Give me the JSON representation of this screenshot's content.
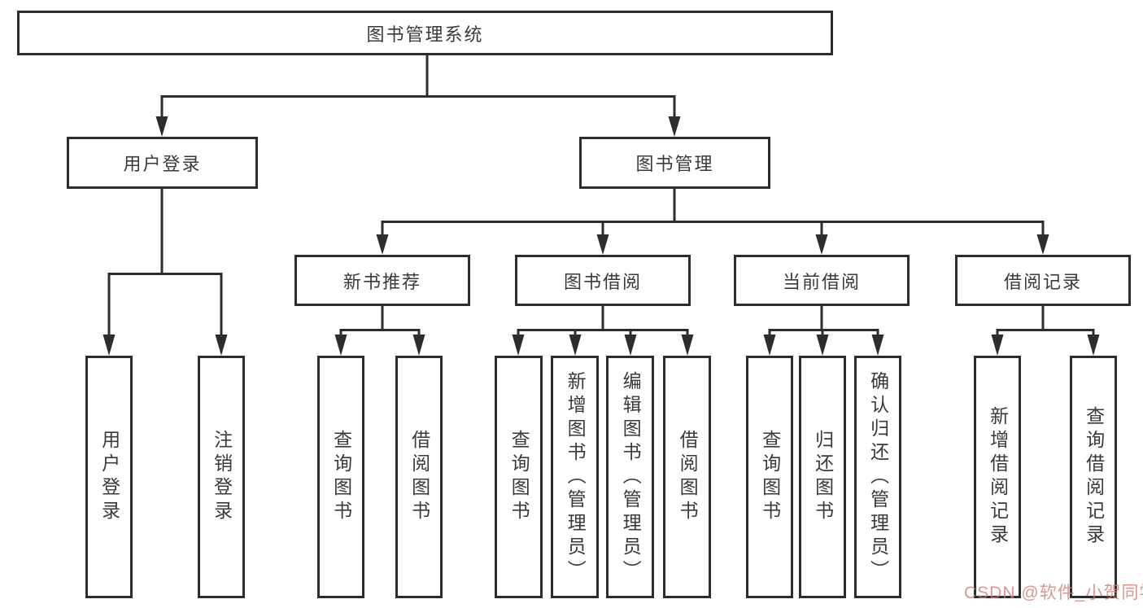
{
  "tree": {
    "label": "图书管理系统",
    "children": [
      {
        "label": "用户登录",
        "children": [
          {
            "label": "用户登录"
          },
          {
            "label": "注销登录"
          }
        ]
      },
      {
        "label": "图书管理",
        "children": [
          {
            "label": "新书推荐",
            "children": [
              {
                "label": "查询图书"
              },
              {
                "label": "借阅图书"
              }
            ]
          },
          {
            "label": "图书借阅",
            "children": [
              {
                "label": "查询图书"
              },
              {
                "label": "新增图书（管理员）"
              },
              {
                "label": "编辑图书（管理员）"
              },
              {
                "label": "借阅图书"
              }
            ]
          },
          {
            "label": "当前借阅",
            "children": [
              {
                "label": "查询图书"
              },
              {
                "label": "归还图书"
              },
              {
                "label": "确认归还（管理员）"
              }
            ]
          },
          {
            "label": "借阅记录",
            "children": [
              {
                "label": "新增借阅记录"
              },
              {
                "label": "查询借阅记录"
              }
            ]
          }
        ]
      }
    ]
  },
  "watermark": {
    "text": "CSDN @软件_小贺同学"
  },
  "colors": {
    "line": "#2d2d2d",
    "border": "#2d2d2d",
    "text": "#3a3a3a",
    "background": "#ffffff",
    "watermark": "#d07a70"
  }
}
